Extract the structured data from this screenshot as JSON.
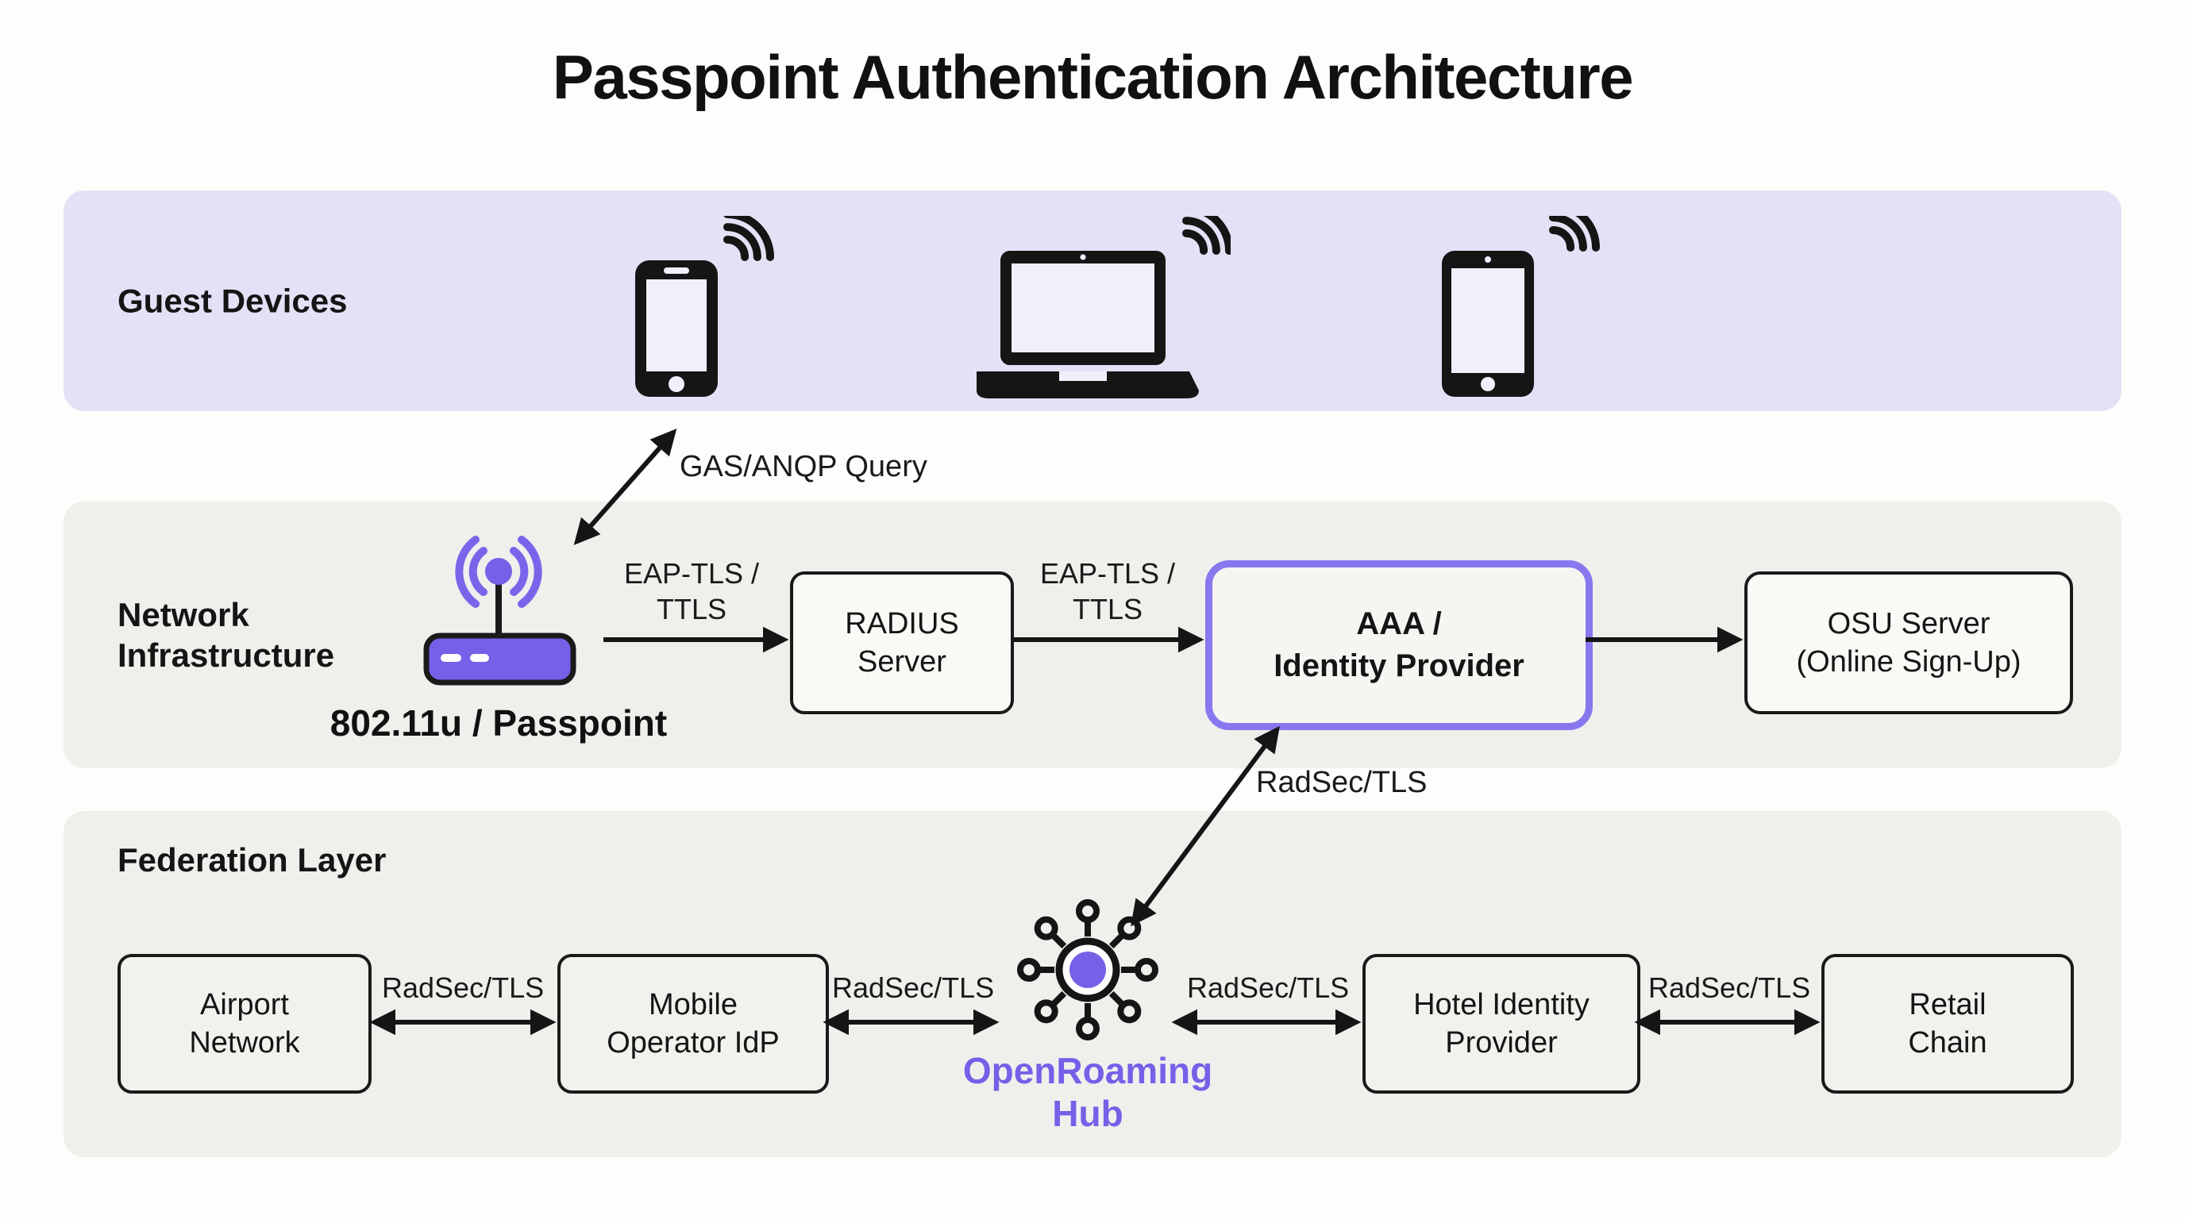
{
  "title": "Passpoint Authentication Architecture",
  "colors": {
    "accent_purple": "#7560E8",
    "aaa_border_purple": "#8778F0",
    "guest_band_bg": "#E6E0F7",
    "gray_band_bg": "#F0EFEC",
    "ink": "#151515"
  },
  "bands": {
    "guest": {
      "label": "Guest Devices"
    },
    "network": {
      "label": "Network\nInfrastructure"
    },
    "federation": {
      "label": "Federation Layer"
    }
  },
  "guest_devices": {
    "devices": [
      "smartphone",
      "laptop",
      "tablet"
    ]
  },
  "network_row": {
    "ap_caption": "802.11u / Passpoint",
    "radius_server": "RADIUS\nServer",
    "aaa_idp": "AAA /\nIdentity Provider",
    "osu_server": "OSU Server\n(Online Sign-Up)"
  },
  "federation_row": {
    "airport": "Airport\nNetwork",
    "mobile_idp": "Mobile\nOperator IdP",
    "hub_caption": "OpenRoaming\nHub",
    "hotel_idp": "Hotel Identity\nProvider",
    "retail": "Retail\nChain"
  },
  "edge_labels": {
    "gas_anqp": "GAS/ANQP Query",
    "ap_to_radius": "EAP-TLS /\nTTLS",
    "radius_to_aaa": "EAP-TLS /\nTTLS",
    "aaa_to_hub": "RadSec/TLS",
    "airport_mobile": "RadSec/TLS",
    "mobile_hub": "RadSec/TLS",
    "hub_hotel": "RadSec/TLS",
    "hotel_retail": "RadSec/TLS"
  }
}
